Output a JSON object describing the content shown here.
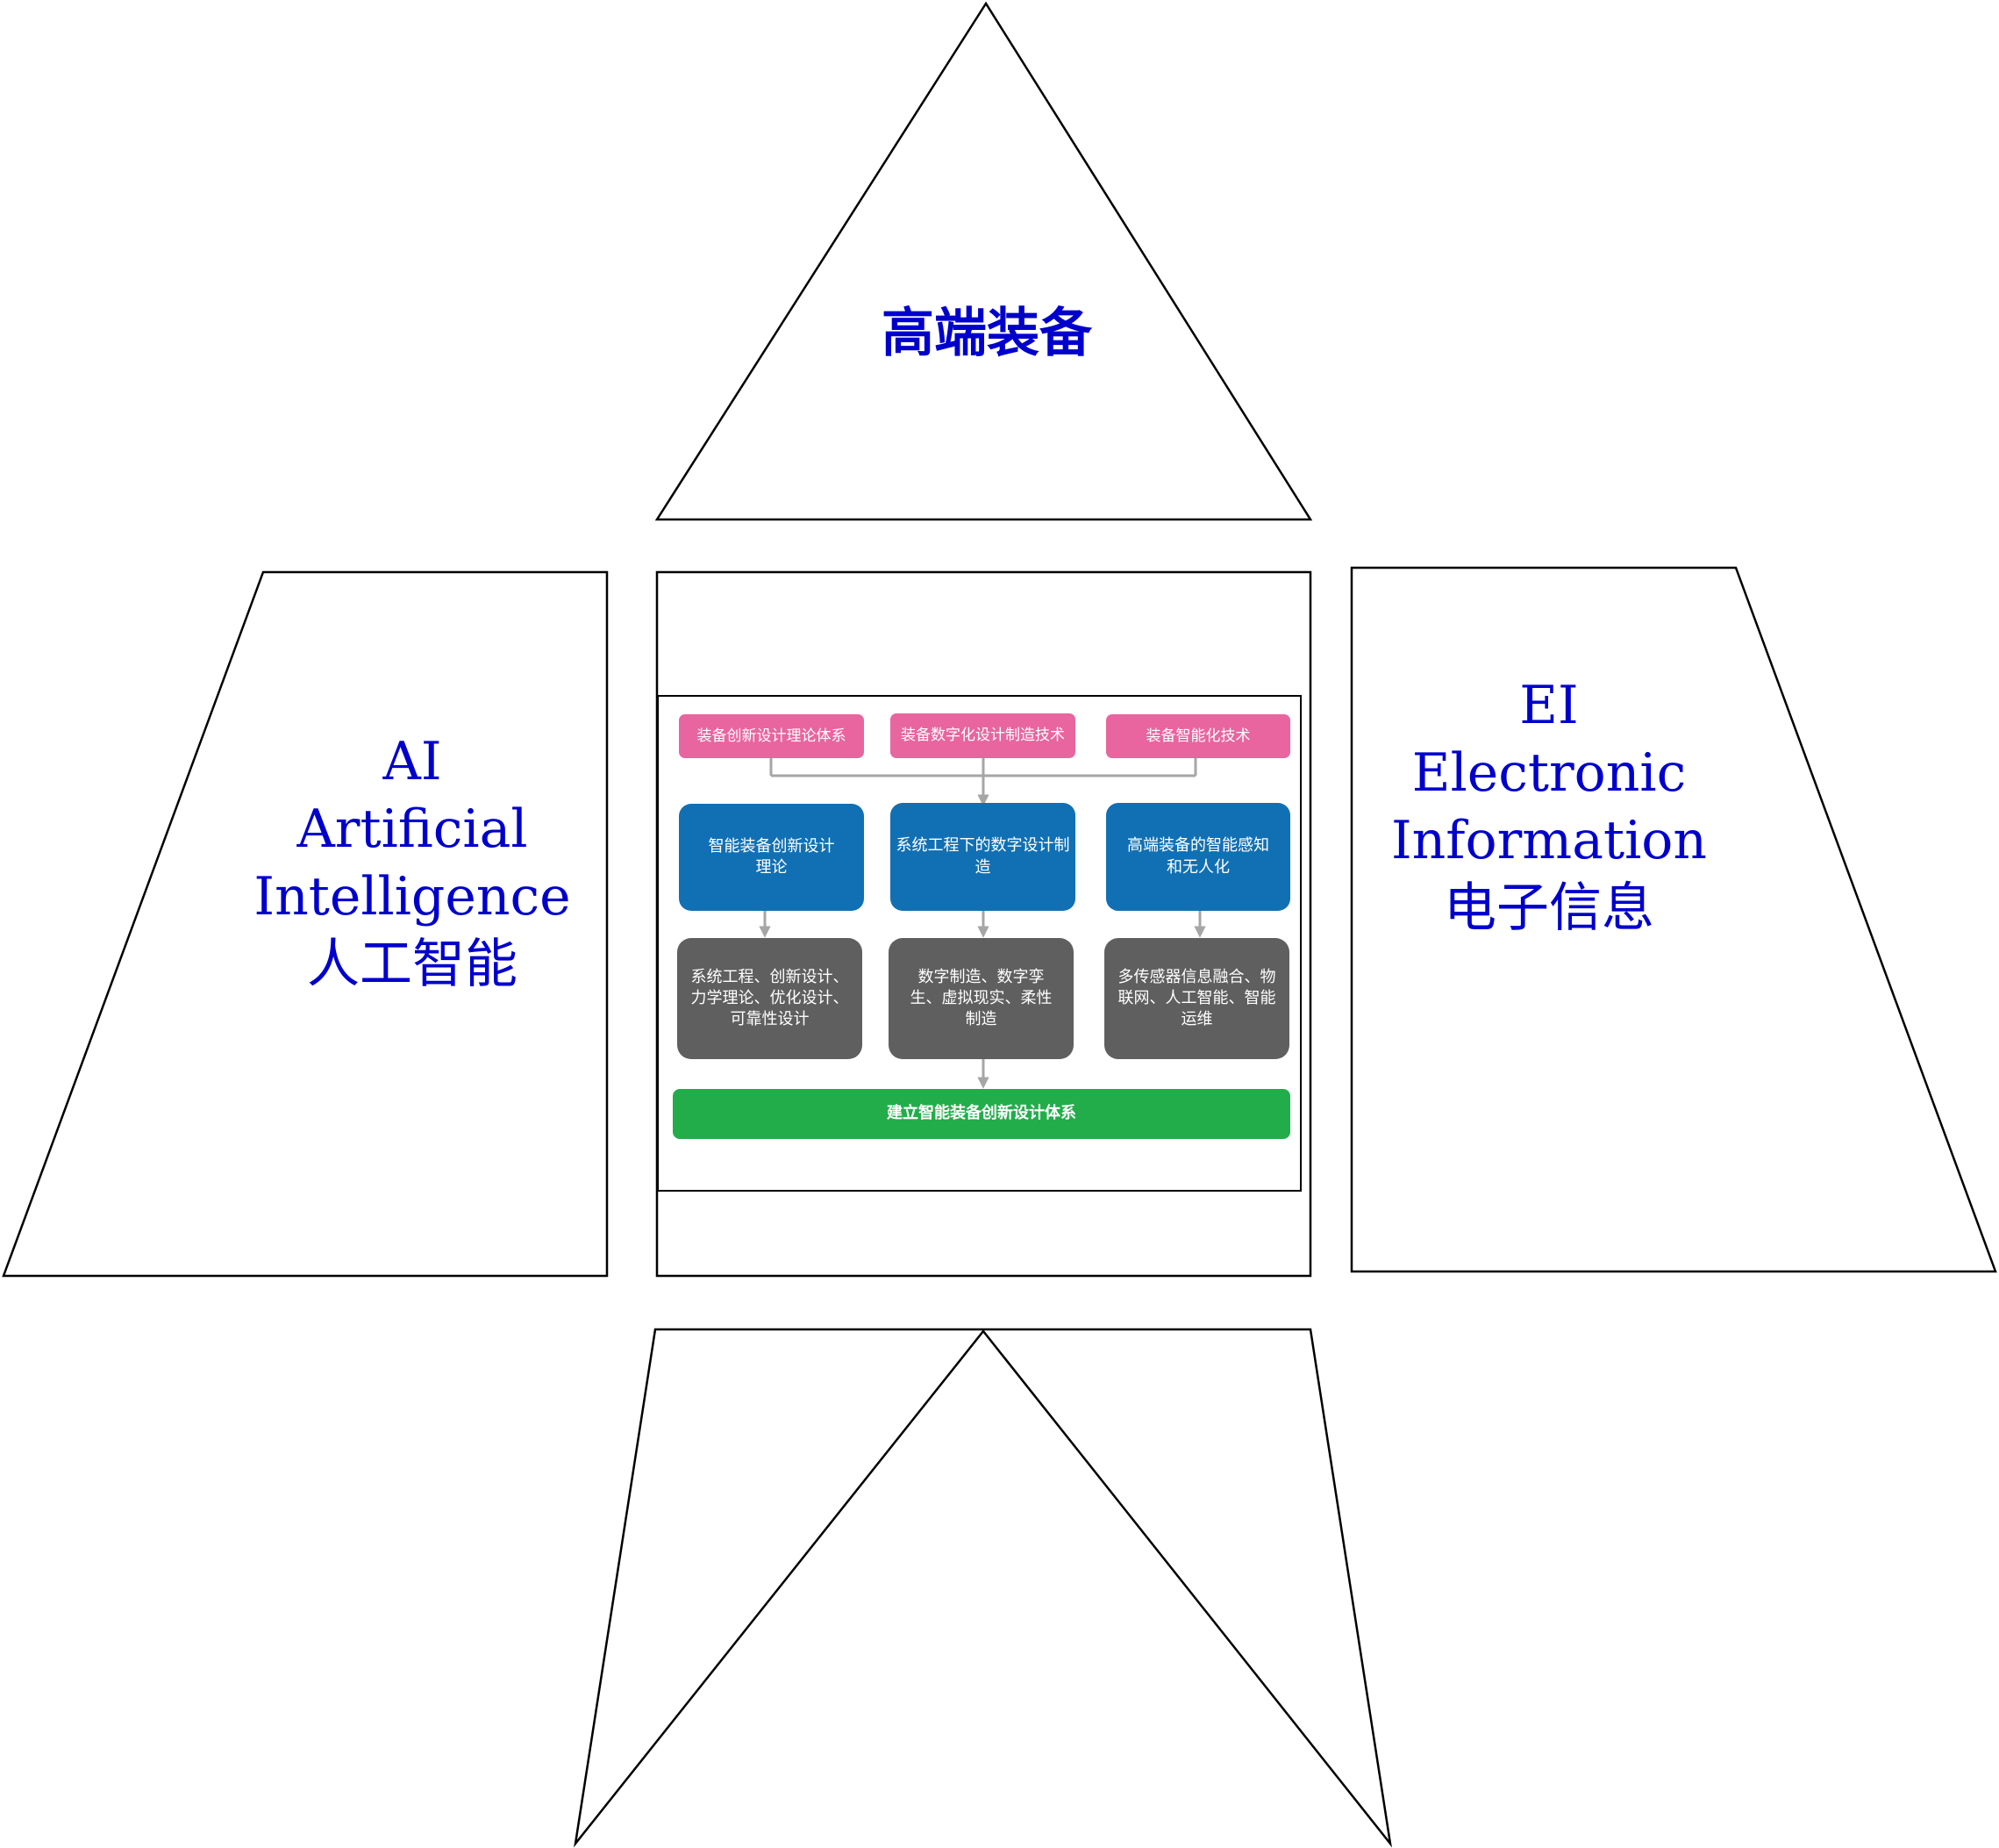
{
  "labels": {
    "top": "高端装备",
    "left": {
      "abbr": "AI",
      "line1": "Artificial",
      "line2": "Intelligence",
      "cn": "人工智能"
    },
    "right": {
      "abbr": "EI",
      "line1": "Electronic",
      "line2": "Information",
      "cn": "电子信息"
    }
  },
  "flowchart": {
    "top_boxes": [
      "装备创新设计理论体系",
      "装备数字化设计制造技术",
      "装备智能化技术"
    ],
    "mid_boxes": [
      "智能装备创新设计理论",
      "系统工程下的数字设计制造",
      "高端装备的智能感知和无人化"
    ],
    "bottom_boxes": [
      "系统工程、创新设计、力学理论、优化设计、可靠性设计",
      "数字制造、数字孪生、虚拟现实、柔性制造",
      "多传感器信息融合、物联网、人工智能、智能运维"
    ],
    "result": "建立智能装备创新设计体系"
  },
  "colors": {
    "label_blue": "#0000cc",
    "pink": "#e8659f",
    "blue": "#1170b3",
    "gray": "#5f5f5f",
    "green": "#22ad4a",
    "connector": "#a6a6a6"
  }
}
